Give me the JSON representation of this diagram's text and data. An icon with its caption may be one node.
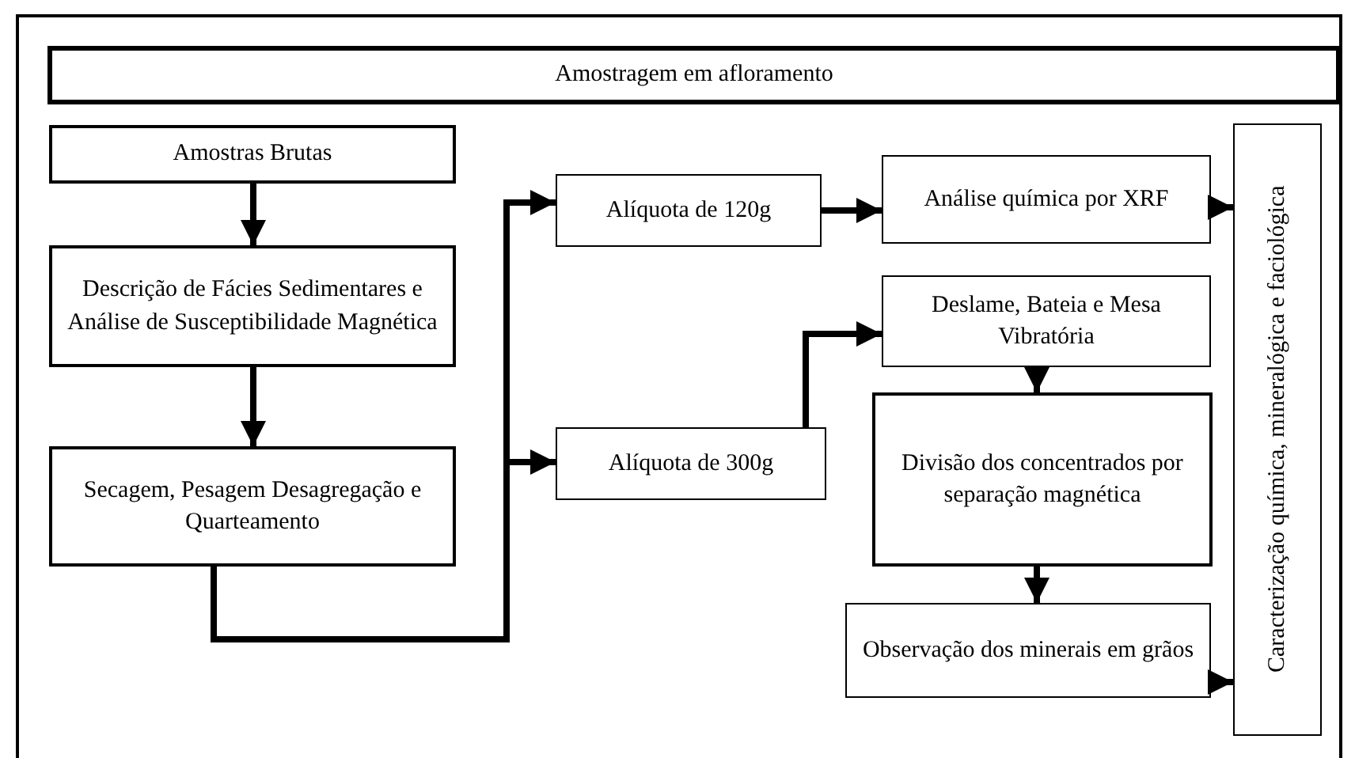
{
  "diagram": {
    "nodes": [
      {
        "text": [
          "Amostragem em afloramento"
        ]
      },
      {
        "text": [
          "Amostras Brutas"
        ]
      },
      {
        "text": [
          "Descrição de Fácies Sedimentares e Análise de Susceptibilidade Magnética"
        ]
      },
      {
        "text": [
          "Secagem, Pesagem Desagregação e Quarteamento"
        ]
      },
      {
        "text": [
          "Alíquota de 120g"
        ]
      },
      {
        "text": [
          "Alíquota de 300g"
        ]
      },
      {
        "text": [
          "Análise química por XRF"
        ]
      },
      {
        "text": [
          "Deslame, Bateia e Mesa Vibratória"
        ]
      },
      {
        "text": [
          "Divisão dos concentrados por separação magnética"
        ]
      },
      {
        "text": [
          "Observação dos minerais em grãos"
        ]
      },
      {
        "text": [
          "Caracterização química, mineralógica e faciológica"
        ]
      }
    ],
    "edges": [
      {
        "from": 1,
        "to": 2,
        "arrow": "to"
      },
      {
        "from": 2,
        "to": 3,
        "arrow": "to"
      },
      {
        "from": 3,
        "to": 4,
        "arrow": "to"
      },
      {
        "from": 3,
        "to": 5,
        "arrow": "to"
      },
      {
        "from": 4,
        "to": 6,
        "arrow": "to"
      },
      {
        "from": 5,
        "to": 7,
        "arrow": "to"
      },
      {
        "from": 6,
        "to": 10,
        "arrow": "to"
      },
      {
        "from": 7,
        "to": 8,
        "arrow": "to"
      },
      {
        "from": 8,
        "to": 9,
        "arrow": "to"
      },
      {
        "from": 9,
        "to": 10,
        "arrow": "to"
      }
    ]
  }
}
